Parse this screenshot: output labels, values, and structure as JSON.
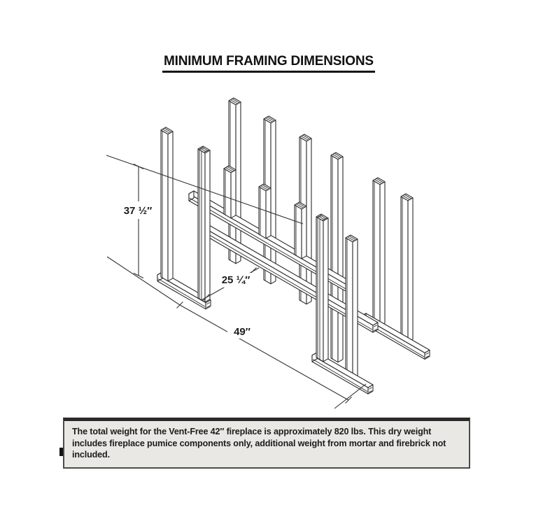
{
  "title": "MINIMUM FRAMING DIMENSIONS",
  "diagram": {
    "description": "Isometric line drawing of minimum wood framing for fireplace",
    "line_color": "#2b2b2b",
    "dimensions": {
      "height": {
        "label": "37 ½″",
        "inches": 37.5
      },
      "depth": {
        "label": "25 ¼″",
        "inches": 25.25
      },
      "width": {
        "label": "49″",
        "inches": 49
      }
    }
  },
  "note": {
    "text": "The total weight for the Vent-Free 42″ fireplace is approximately 820 lbs. This dry weight includes fireplace pumice components only, additional weight from mortar and firebrick not included."
  }
}
